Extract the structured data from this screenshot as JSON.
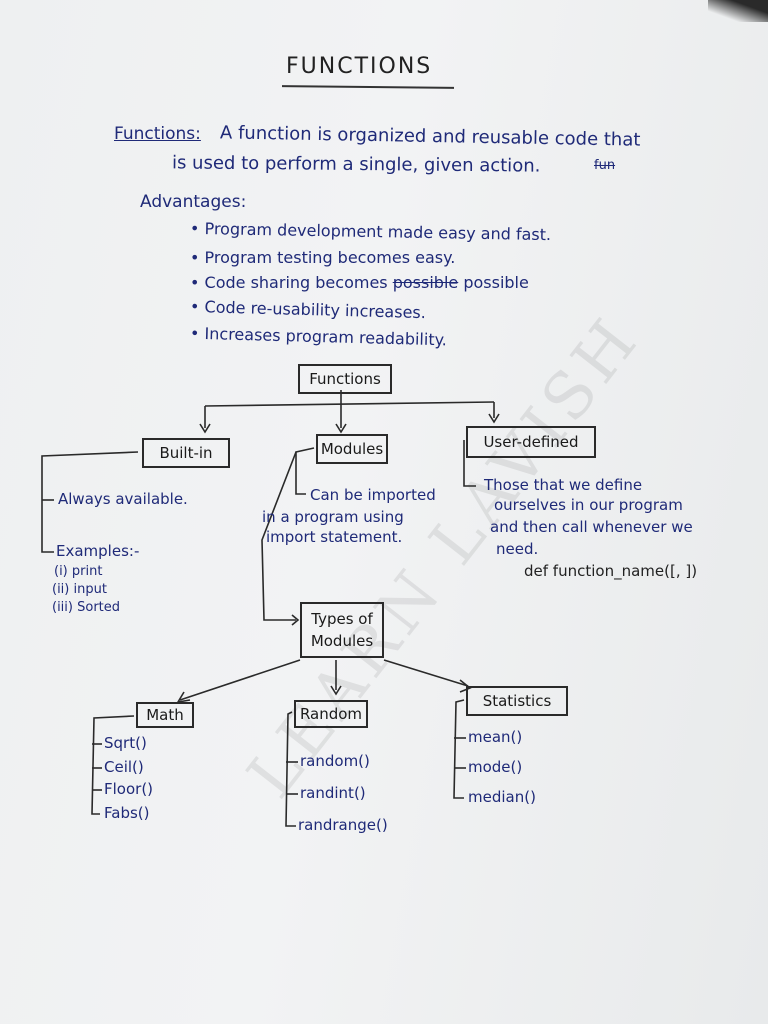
{
  "title": "FUNCTIONS",
  "definition": {
    "term": "Functions:",
    "line1": "A function is organized and reusable code that",
    "line2": "is used to perform a single, given action.",
    "struck": "fun"
  },
  "advantages": {
    "title": "Advantages:",
    "items": [
      "Program development made easy and fast.",
      "Program testing becomes easy.",
      "Code sharing becomes",
      "Code re-usability increases.",
      "Increases program readability."
    ],
    "item3_struck": "possible",
    "item3_end": "possible"
  },
  "diagram": {
    "root": "Functions",
    "builtin": "Built-in",
    "modules": "Modules",
    "user_defined": "User-defined",
    "builtin_always": "Always available.",
    "builtin_examples": "Examples:-",
    "builtin_ex": [
      "(i) print",
      "(ii) input",
      "(iii) Sorted"
    ],
    "modules_note1": "Can be imported",
    "modules_note2": "in a program using",
    "modules_note3": "import statement.",
    "user_note1": "Those that we define",
    "user_note2": "ourselves in our program",
    "user_note3": "and then call whenever we",
    "user_note4": "need.",
    "user_def": "def function_name([, ])",
    "types_line1": "Types of",
    "types_line2": "Modules",
    "math": "Math",
    "random": "Random",
    "statistics": "Statistics",
    "math_items": [
      "Sqrt()",
      "Ceil()",
      "Floor()",
      "Fabs()"
    ],
    "random_items": [
      "random()",
      "randint()",
      "randrange()"
    ],
    "stats_items": [
      "mean()",
      "mode()",
      "median()"
    ]
  },
  "watermark": "LEARN LAVISH"
}
